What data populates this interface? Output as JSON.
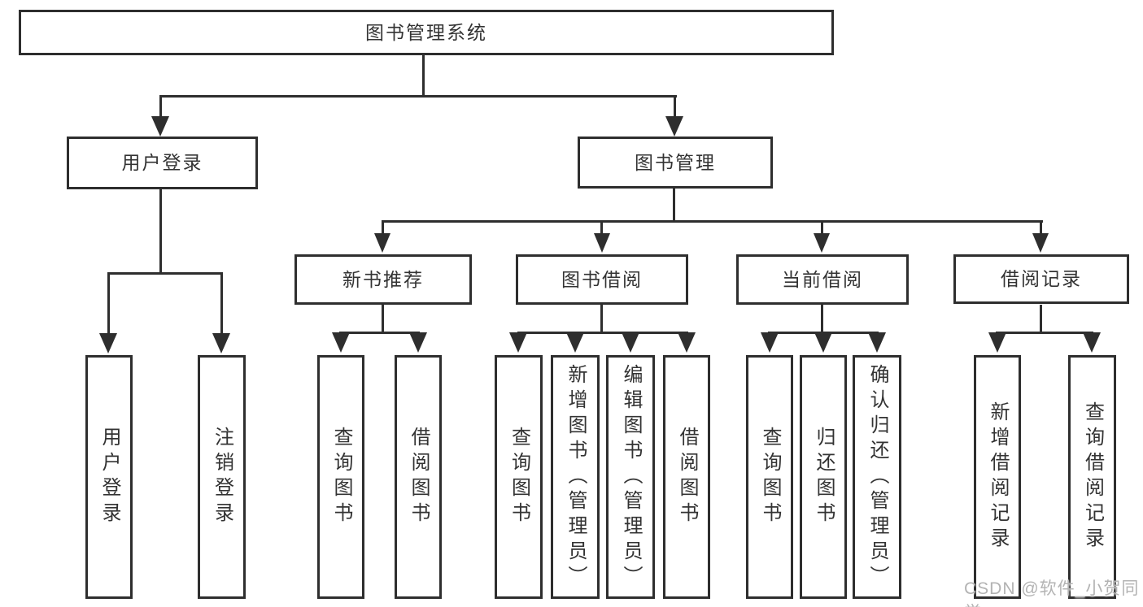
{
  "title": "图书管理系统",
  "nodes": {
    "root": {
      "label": "图书管理系统"
    },
    "user_login": {
      "label": "用户登录"
    },
    "book_mgmt": {
      "label": "图书管理"
    },
    "new_books": {
      "label": "新书推荐"
    },
    "book_borrow": {
      "label": "图书借阅"
    },
    "current_borrow": {
      "label": "当前借阅"
    },
    "borrow_records": {
      "label": "借阅记录"
    }
  },
  "leaves": {
    "user_login": [
      "用户登录",
      "注销登录"
    ],
    "new_books": [
      "查询图书",
      "借阅图书"
    ],
    "book_borrow": [
      "查询图书",
      "新增图书（管理员）",
      "编辑图书（管理员）",
      "借阅图书"
    ],
    "current_borrow": [
      "查询图书",
      "归还图书",
      "确认归还（管理员）"
    ],
    "borrow_records": [
      "新增借阅记录",
      "查询借阅记录"
    ]
  },
  "watermark": "CSDN @软件_小贺同学",
  "colors": {
    "line": "#2e2e2e",
    "text": "#333333",
    "watermark": "#b3b3b3",
    "background": "#ffffff"
  }
}
